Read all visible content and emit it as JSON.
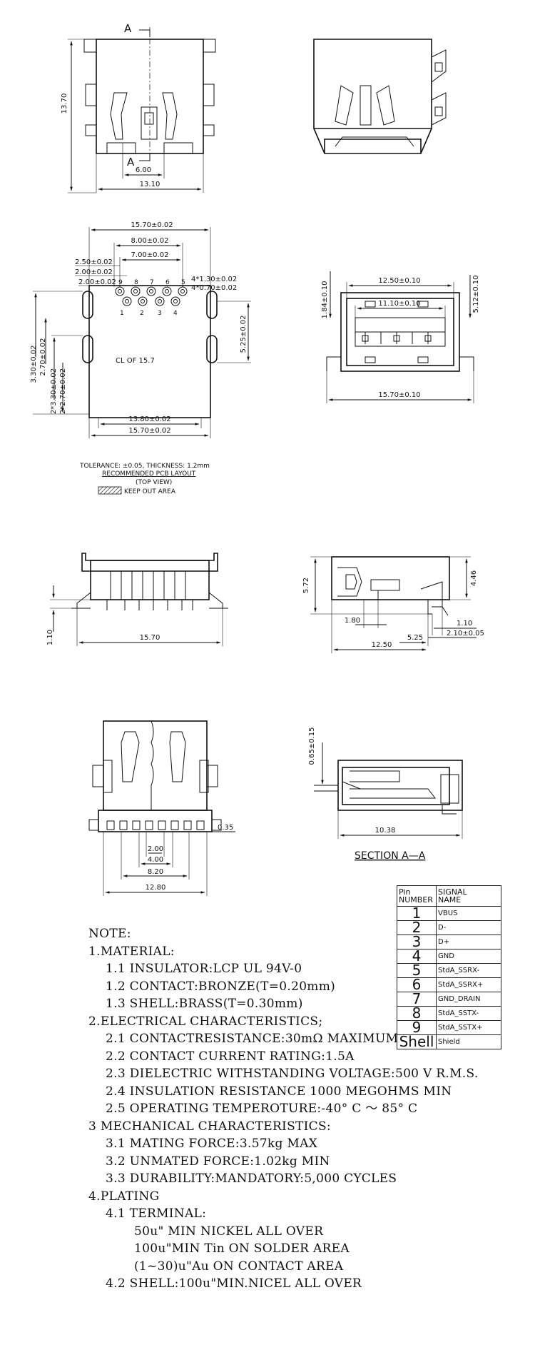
{
  "dims": {
    "a_label": "A",
    "height_13_70": "13.70",
    "width_13_10": "13.10",
    "width_6_00": "6.00",
    "pcb_15_70_top": "15.70±0.02",
    "pcb_8_00": "8.00±0.02",
    "pcb_7_00": "7.00±0.02",
    "pcb_2_50": "2.50±0.02",
    "pcb_2_00_a": "2.00±0.02",
    "pcb_2_00_b": "2.00±0.02",
    "pcb_4x_1_30": "4*1.30±0.02",
    "pcb_4x_0_70": "4*0.70±0.02",
    "pcb_3_30": "3.30±0.02",
    "pcb_2_70": "2.70±0.02",
    "pcb_2x_3_30": "2*3.30±0.02",
    "pcb_2x_2_70": "2*2.70±0.02",
    "pcb_5_25": "5.25±0.02",
    "pcb_13_80": "13.80±0.02",
    "pcb_15_70_bot": "15.70±0.02",
    "pcb_cl": "CL OF 15.7",
    "pins_top": [
      "9",
      "8",
      "7",
      "6",
      "5"
    ],
    "pins_bottom": [
      "1",
      "2",
      "3",
      "4"
    ],
    "front_12_50": "12.50±0.10",
    "front_11_10": "11.10±0.10",
    "front_1_84": "1.84±0.10",
    "front_5_12": "5.12±0.10",
    "front_15_70": "15.70±0.10",
    "rear_15_70": "15.70",
    "rear_1_10": "1.10",
    "side_5_72": "5.72",
    "side_4_46": "4.46",
    "side_1_10": "1.10",
    "side_2_10": "2.10±0.05",
    "side_1_80": "1.80",
    "side_5_25": "5.25",
    "side_12_50": "12.50",
    "bot_2_00": "2.00",
    "bot_4_00": "4.00",
    "bot_8_20": "8.20",
    "bot_12_80": "12.80",
    "bot_0_35": "0.35",
    "sec_0_65": "0.65±0.15",
    "sec_10_38": "10.38",
    "section_title": "SECTION A—A"
  },
  "layout_notes": {
    "tolerance": "TOLERANCE: ±0.05, THICKNESS: 1.2mm",
    "recommended": "RECOMMENDED PCB LAYOUT",
    "top_view": "(TOP VIEW)",
    "keep_out": "KEEP OUT AREA"
  },
  "pin_table": {
    "header_pin": "Pin\nNUMBER",
    "header_signal": "SIGNAL\nNAME",
    "rows": [
      {
        "pin": "1",
        "signal": "VBUS"
      },
      {
        "pin": "2",
        "signal": "D-"
      },
      {
        "pin": "3",
        "signal": "D+"
      },
      {
        "pin": "4",
        "signal": "GND"
      },
      {
        "pin": "5",
        "signal": "StdA_SSRX-"
      },
      {
        "pin": "6",
        "signal": "StdA_SSRX+"
      },
      {
        "pin": "7",
        "signal": "GND_DRAIN"
      },
      {
        "pin": "8",
        "signal": "StdA_SSTX-"
      },
      {
        "pin": "9",
        "signal": "StdA_SSTX+"
      },
      {
        "pin": "Shell",
        "signal": "Shield"
      }
    ]
  },
  "notes": [
    "NOTE:",
    "1.MATERIAL:",
    "1.1 INSULATOR:LCP UL 94V-0",
    "1.2 CONTACT:BRONZE(T=0.20mm)",
    "1.3 SHELL:BRASS(T=0.30mm)",
    "2.ELECTRICAL CHARACTERISTICS;",
    "2.1 CONTACTRESISTANCE:30mΩ MAXIMUM",
    "2.2 CONTACT CURRENT RATING:1.5A",
    "2.3 DIELECTRIC WITHSTANDING VOLTAGE:500 V R.M.S.",
    "2.4 INSULATION RESISTANCE 1000 MEGOHMS MIN",
    "2.5 OPERATING TEMPEROTURE:-40° C ～ 85° C",
    "3 MECHANICAL CHARACTERISTICS:",
    "3.1 MATING FORCE:3.57kg MAX",
    "3.2 UNMATED FORCE:1.02kg MIN",
    "3.3 DURABILITY:MANDATORY:5,000 CYCLES",
    "4.PLATING",
    "4.1 TERMINAL:",
    "50u\" MIN NICKEL ALL OVER",
    "100u\"MIN Tin ON SOLDER AREA",
    "(1~30)u\"Au ON CONTACT AREA",
    "4.2 SHELL:100u\"MIN.NICEL ALL OVER"
  ]
}
